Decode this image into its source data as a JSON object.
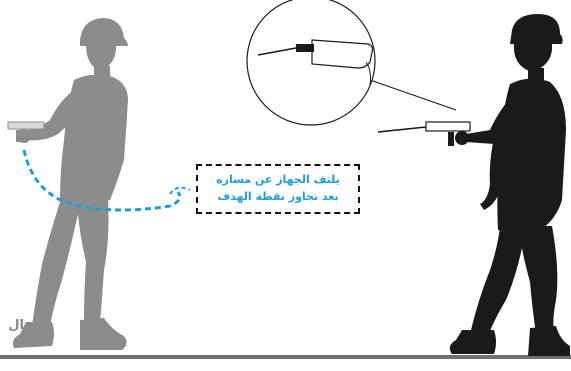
{
  "callout": {
    "line1": "يلتف الجهاز عن مساره",
    "line2": "بعد تجاوز نقطة الهدف"
  },
  "partial_label": "ال",
  "colors": {
    "ghost_figure": "#8c8c8c",
    "active_figure": "#1a1a1a",
    "dashed_path": "#1d9ed8",
    "callout_text": "#1d9ed8",
    "ground": "#6f6f6f"
  },
  "icons": [
    "gray-person-icon",
    "black-person-icon",
    "detector-device-icon",
    "zoom-circle-icon"
  ]
}
